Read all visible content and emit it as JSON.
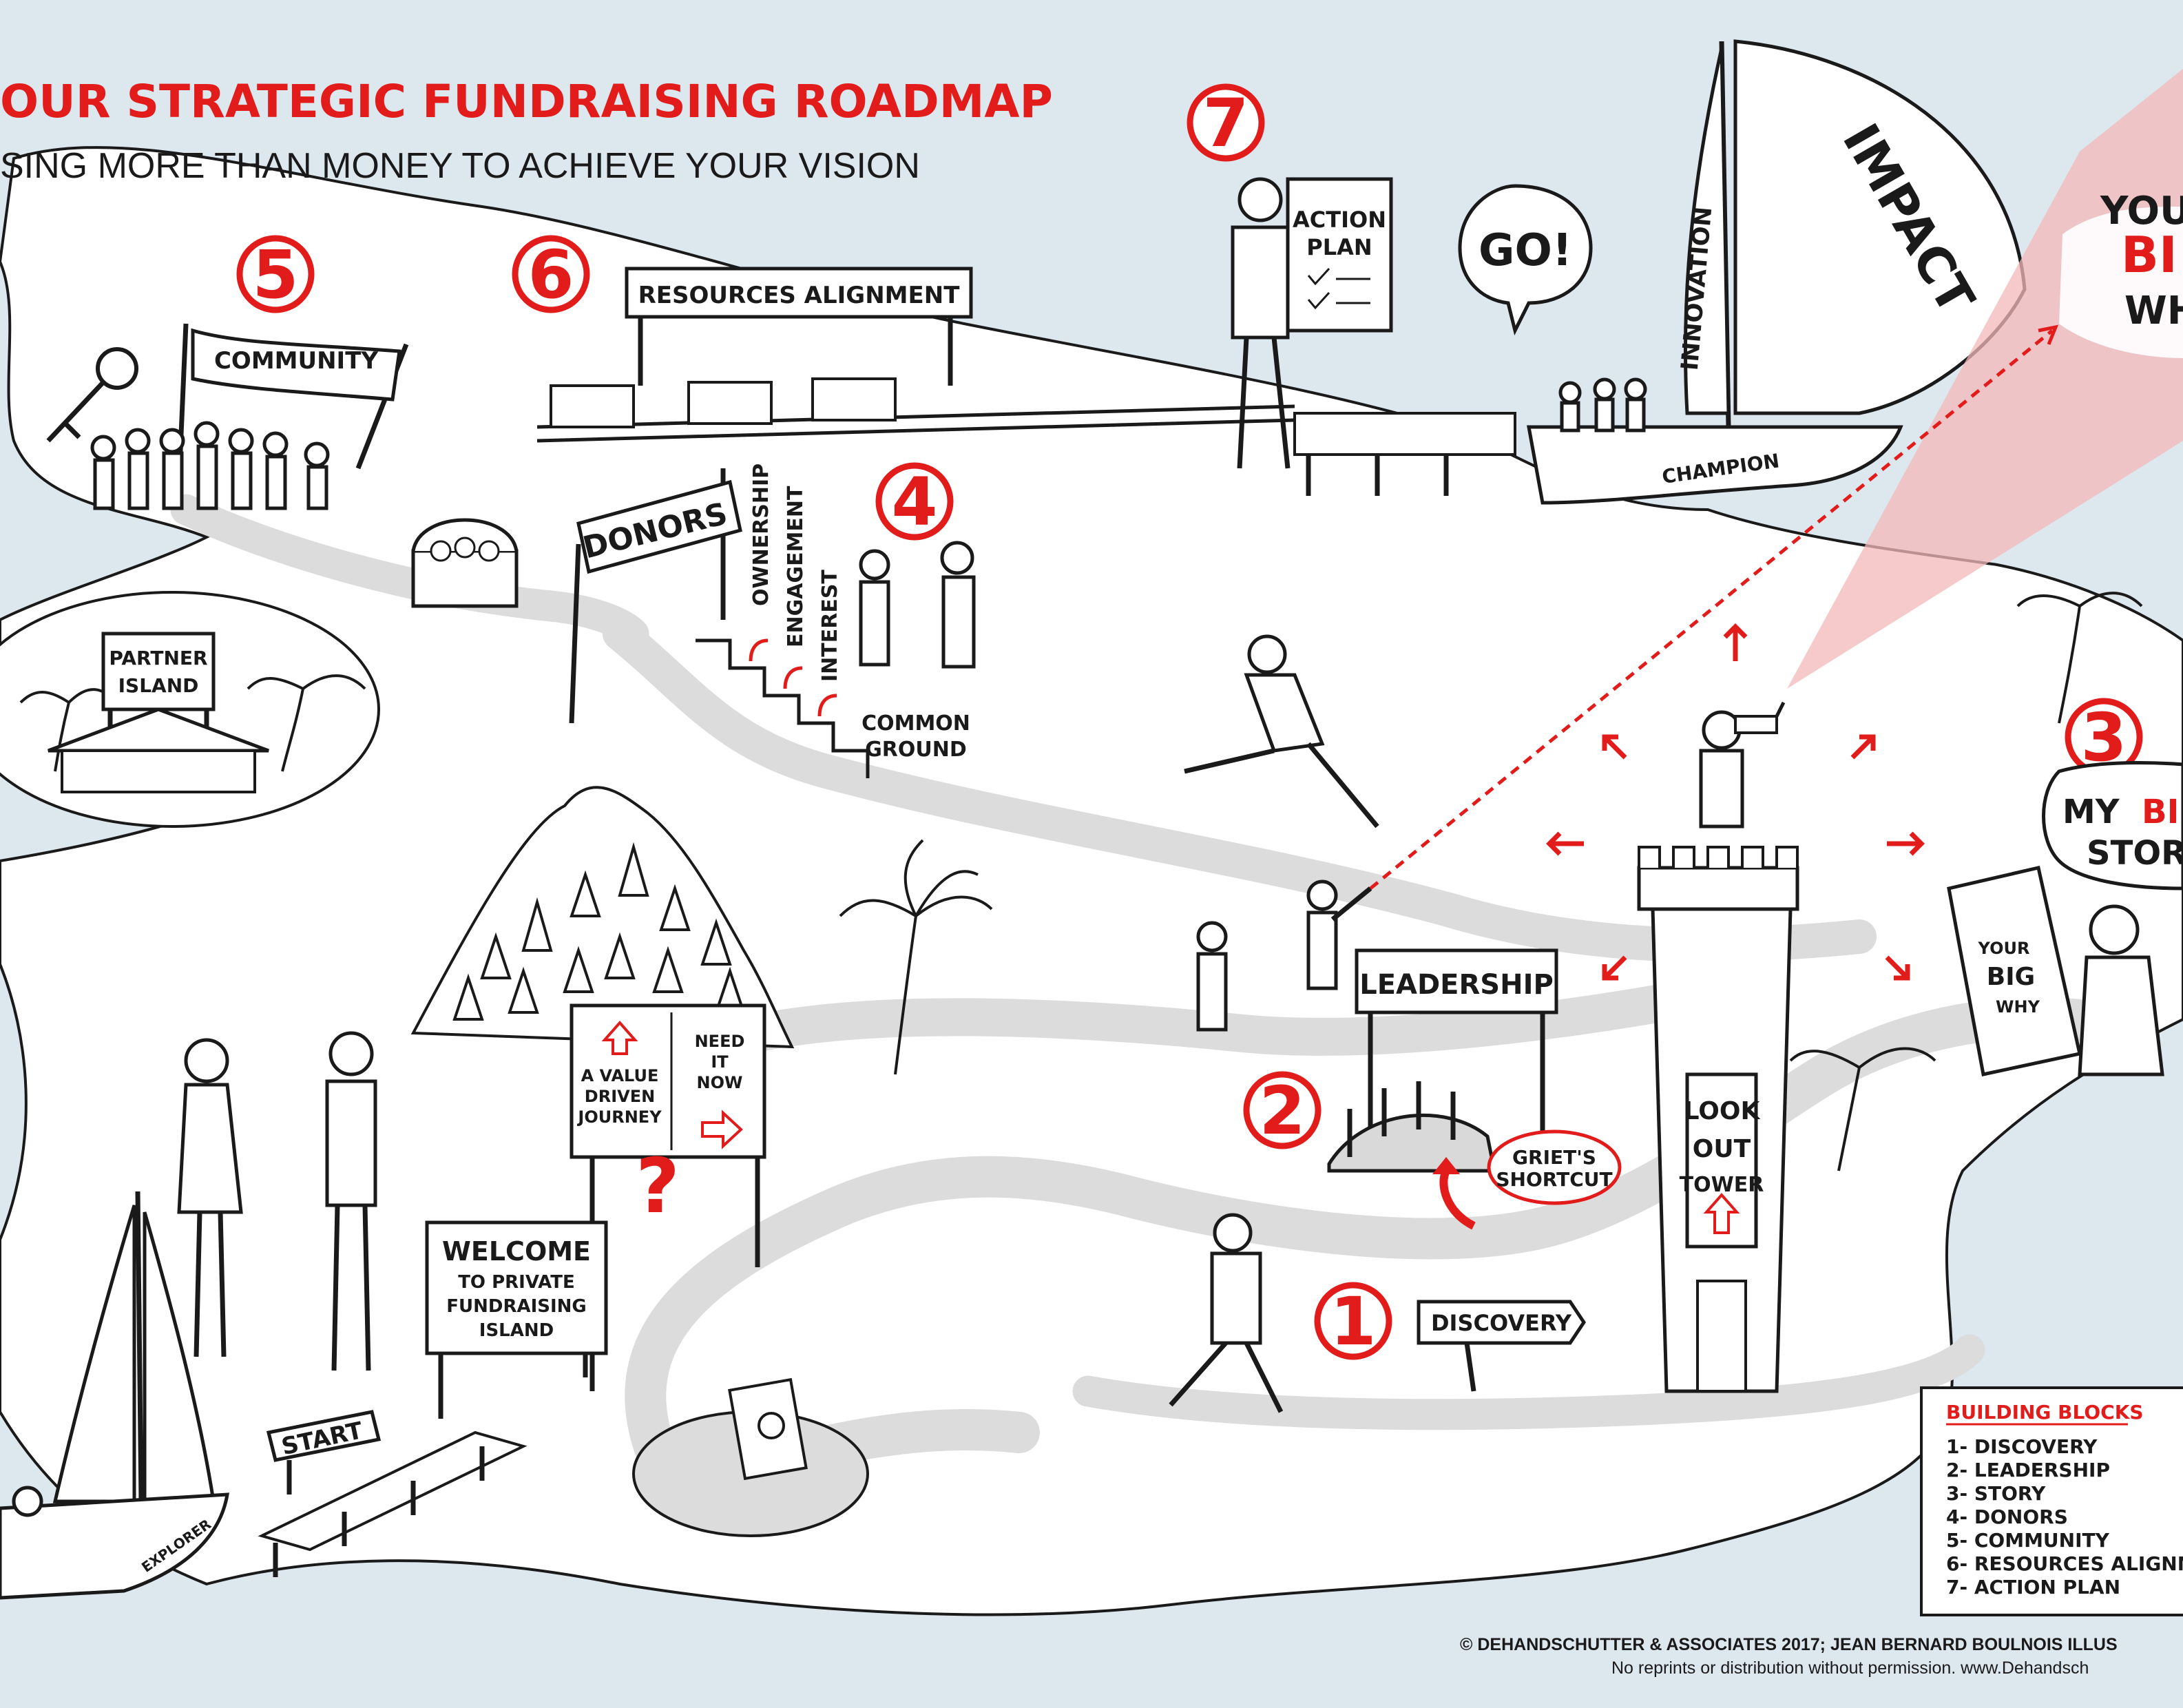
{
  "header": {
    "title": "OUR STRATEGIC FUNDRAISING ROADMAP",
    "subtitle": "SING MORE THAN MONEY TO ACHIEVE YOUR VISION"
  },
  "colors": {
    "accent": "#e21b1b",
    "sea": "#dde7ee",
    "land": "#ffffff",
    "ink": "#1a1a1a",
    "road": "#dcdcdc"
  },
  "steps": {
    "s1": "1",
    "s2": "2",
    "s3": "3",
    "s4": "4",
    "s5": "5",
    "s6": "6",
    "s7": "7"
  },
  "signs": {
    "community": "COMMUNITY",
    "resources_alignment": "RESOURCES ALIGNMENT",
    "donors": "DONORS",
    "action_plan_line1": "ACTION",
    "action_plan_line2": "PLAN",
    "partner_island_line1": "PARTNER",
    "partner_island_line2": "ISLAND",
    "leadership": "LEADERSHIP",
    "discovery": "DISCOVERY",
    "welcome_line1": "WELCOME",
    "welcome_line2": "TO PRIVATE",
    "welcome_line3": "FUNDRAISING",
    "welcome_line4": "ISLAND",
    "start": "START",
    "value_line1": "A VALUE",
    "value_line2": "DRIVEN",
    "value_line3": "JOURNEY",
    "need_line1": "NEED",
    "need_line2": "IT",
    "need_line3": "NOW",
    "question": "?",
    "look_out_line1": "LOOK",
    "look_out_line2": "OUT",
    "look_out_line3": "TOWER",
    "griets_line1": "GRIET'S",
    "griets_line2": "SHORTCUT"
  },
  "stairs": [
    "OWNERSHIP",
    "ENGAGEMENT",
    "INTEREST"
  ],
  "common_ground": [
    "COMMON",
    "GROUND"
  ],
  "boat": {
    "go": "GO!",
    "sail_main": "IMPACT",
    "sail_jib": "INNOVATION",
    "hull": "CHAMPION"
  },
  "explorer_boat": "EXPLORER",
  "big_why": {
    "line1": "YOU",
    "line2": "BI",
    "line3": "WH"
  },
  "my_story": {
    "line1": "MY",
    "line1b": "BI",
    "line2": "STOR"
  },
  "book": {
    "line1": "YOUR",
    "line2": "BIG",
    "line3": "WHY"
  },
  "legend": {
    "title": "BUILDING BLOCKS",
    "items": [
      "1- DISCOVERY",
      "2- LEADERSHIP",
      "3- STORY",
      "4- DONORS",
      "5- COMMUNITY",
      "6- RESOURCES ALIGNM",
      "7- ACTION PLAN"
    ]
  },
  "footer": {
    "copyright": "© DEHANDSCHUTTER & ASSOCIATES 2017; JEAN BERNARD BOULNOIS ILLUS",
    "rights": "No reprints or distribution without permission.  www.Dehandsch"
  }
}
